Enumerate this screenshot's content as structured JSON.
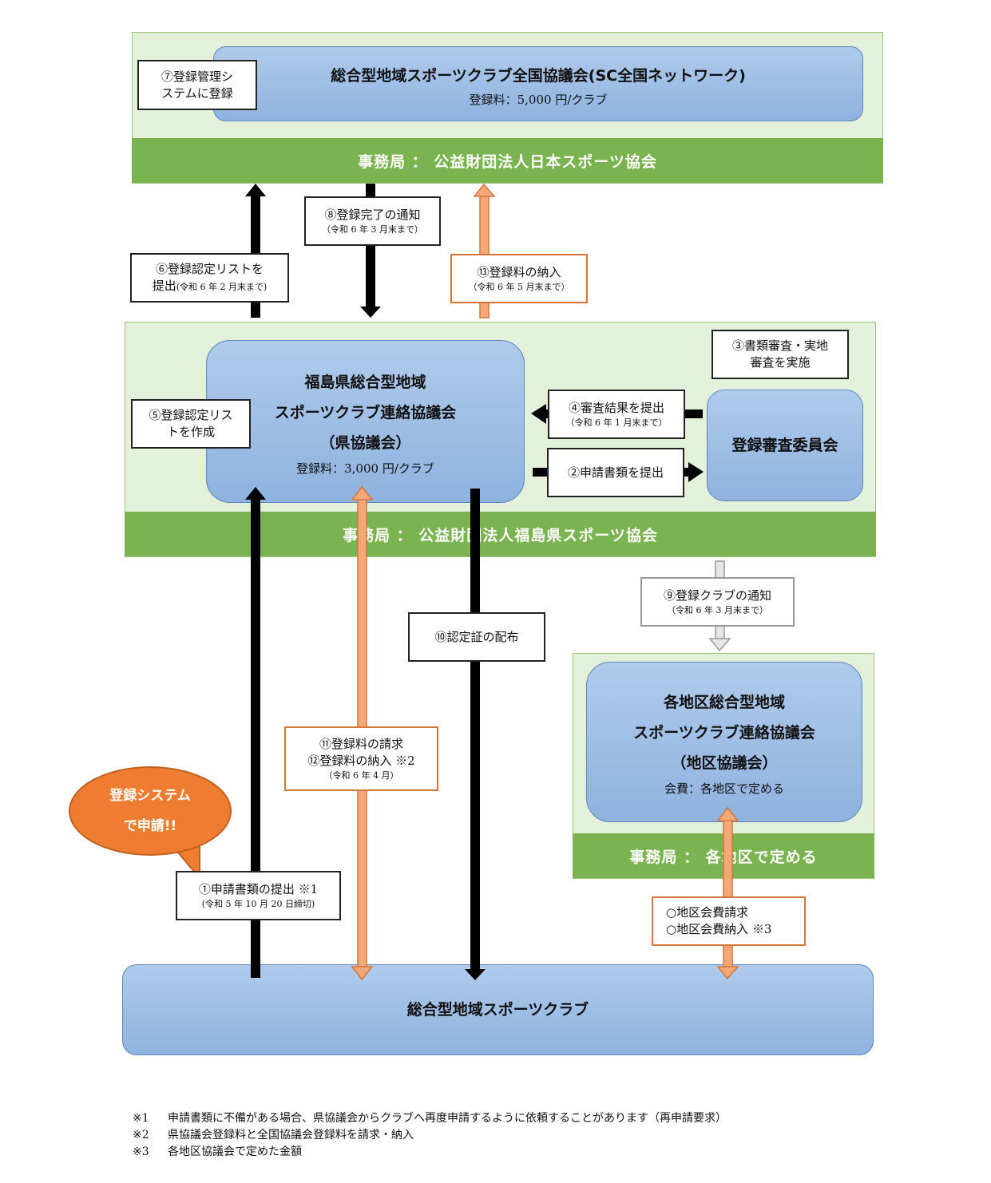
{
  "national": {
    "title": "総合型地域スポーツクラブ全国協議会(SC全国ネットワーク)",
    "fee": "登録料：5,000 円/クラブ",
    "secretariat": "事務局 ： 公益財団法人日本スポーツ協会",
    "step7": [
      "⑦登録管理シ",
      "ステムに登録"
    ]
  },
  "prefecture": {
    "title_lines": [
      "福島県総合型地域",
      "スポーツクラブ連絡協議会",
      "（県協議会）"
    ],
    "fee": "登録料：3,000 円/クラブ",
    "secretariat": "事務局 ： 公益財団法人福島県スポーツ協会"
  },
  "committee": {
    "title": "登録審査委員会"
  },
  "district": {
    "title_lines": [
      "各地区総合型地域",
      "スポーツクラブ連絡協議会",
      "（地区協議会）"
    ],
    "fee": "会費：各地区で定める",
    "secretariat": "事務局 ： 各地区で定める"
  },
  "club": {
    "title": "総合型地域スポーツクラブ"
  },
  "bubble": {
    "lines": [
      "登録システム",
      "で申請!!"
    ]
  },
  "steps": {
    "s1": {
      "main": "①申請書類の提出 ※1",
      "sub": "(令和 5 年 10 月 20 日締切)"
    },
    "s2": {
      "main": "②申請書類を提出"
    },
    "s3": {
      "lines": [
        "③書類審査・実地",
        "審査を実施"
      ]
    },
    "s4": {
      "main": "④審査結果を提出",
      "sub": "（令和 6 年 1 月末まで）"
    },
    "s5": {
      "lines": [
        "⑤登録認定リス",
        "トを作成"
      ]
    },
    "s6": {
      "line1": "⑥登録認定リストを",
      "line2": "提出",
      "sub": "(令和 6 年 2 月末まで)"
    },
    "s8": {
      "main": "⑧登録完了の通知",
      "sub": "（令和 6 年 3 月末まで）"
    },
    "s9": {
      "main": "⑨登録クラブの通知",
      "sub": "（令和 6 年 3 月末まで）"
    },
    "s10": {
      "main": "⑩認定証の配布"
    },
    "s11": {
      "line1": "⑪登録料の請求",
      "line2": "⑫登録料の納入 ※2",
      "sub": "（令和 6 年 4 月）"
    },
    "s13": {
      "main": "⑬登録料の納入",
      "sub": "（令和 6 年 5 月末まで）"
    },
    "district_fee": {
      "line1": "○地区会費請求",
      "line2": "○地区会費納入 ※3"
    }
  },
  "notes": [
    {
      "key": "※1",
      "text": "申請書類に不備がある場合、県協議会からクラブへ再度申請するように依頼することがあります（再申請要求）"
    },
    {
      "key": "※2",
      "text": "県協議会登録料と全国協議会登録料を請求・納入"
    },
    {
      "key": "※3",
      "text": "各地区協議会で定めた金額"
    }
  ],
  "colors": {
    "panel_bg": "#e3f0da",
    "bar_green": "#7ab34f",
    "blue_box": "#9dbde4",
    "orange": "#ee7d31",
    "arrow_black": "#000000"
  }
}
